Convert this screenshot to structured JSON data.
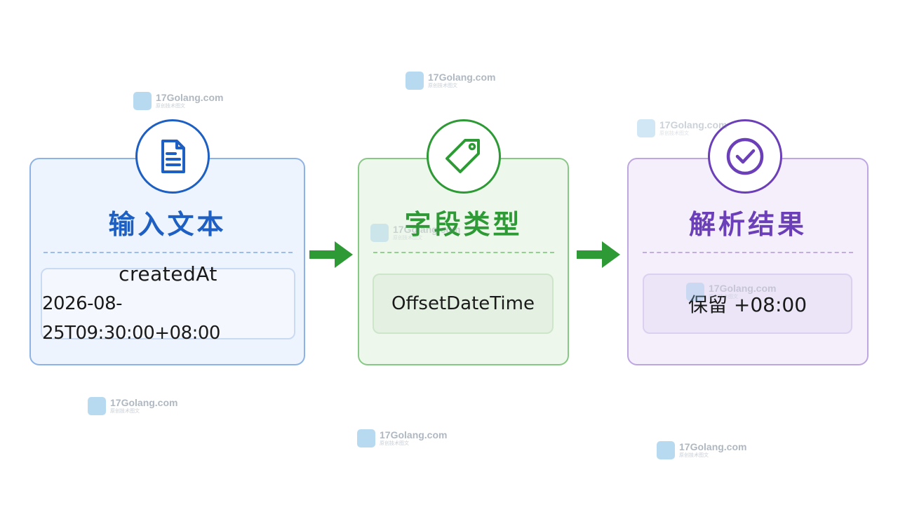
{
  "steps": [
    {
      "title": "输入文本",
      "value_lines": [
        "createdAt",
        "2026-08-25T09:30:00+08:00"
      ],
      "icon": "document-icon",
      "color": "#1d5fc2"
    },
    {
      "title": "字段类型",
      "value": "OffsetDateTime",
      "icon": "tag-icon",
      "color": "#2e9a36"
    },
    {
      "title": "解析结果",
      "value": "保留 +08:00",
      "icon": "check-circle-icon",
      "color": "#6b3fb8"
    }
  ],
  "arrow_color": "#2e9a36",
  "watermark": {
    "site": "17Golang.com",
    "tagline": "原创技术图文"
  }
}
